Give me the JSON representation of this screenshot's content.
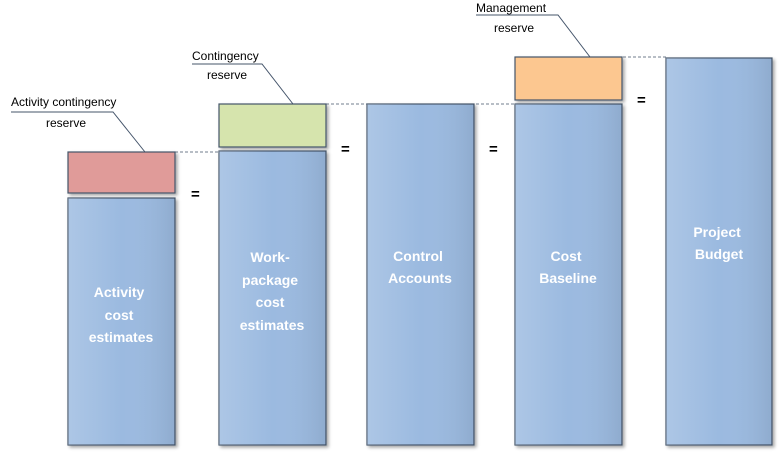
{
  "columns": [
    {
      "id": "activity",
      "label_lines": [
        "Activity",
        "cost",
        "estimates"
      ]
    },
    {
      "id": "work-package",
      "label_lines": [
        "Work-",
        "package",
        "cost",
        "estimates"
      ]
    },
    {
      "id": "control-accounts",
      "label_lines": [
        "Control",
        "Accounts"
      ]
    },
    {
      "id": "cost-baseline",
      "label_lines": [
        "Cost",
        "Baseline"
      ]
    },
    {
      "id": "project-budget",
      "label_lines": [
        "Project",
        "Budget"
      ]
    }
  ],
  "reserves": [
    {
      "id": "activity-contingency",
      "label_lines": [
        "Activity contingency",
        "reserve"
      ],
      "color": "#e09b99"
    },
    {
      "id": "contingency",
      "label_lines": [
        "Contingency",
        "reserve"
      ],
      "color": "#d6e4ad"
    },
    {
      "id": "management",
      "label_lines": [
        "Management",
        "reserve"
      ],
      "color": "#fcc790"
    }
  ],
  "equals_sign": "=",
  "colors": {
    "bar_fill": "#9bbae0",
    "bar_stroke": "#44546a",
    "label_text": "#ffffff",
    "connector": "#44546a"
  }
}
